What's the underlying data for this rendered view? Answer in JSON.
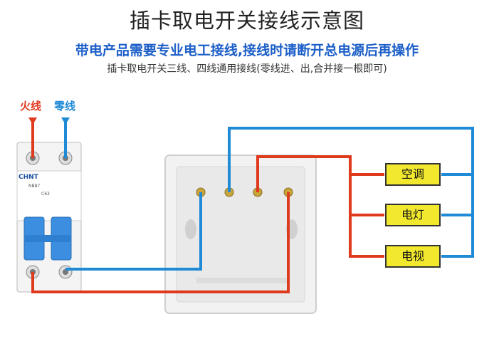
{
  "title": "插卡取电开关接线示意图",
  "warning": "带电产品需要专业电工接线,接线时请断开总电源后再操作",
  "note": "插卡取电开关三线、四线通用接线(零线进、出,合并接一根即可)",
  "labels": {
    "live": "火线",
    "neutral": "零线"
  },
  "breaker": {
    "brand": "CHNT",
    "model": "NB87",
    "rating": "C63"
  },
  "loads": [
    "空调",
    "电灯",
    "电视"
  ],
  "colors": {
    "live": "#e03a1e",
    "neutral": "#1f8ad6",
    "load_box": "#f2e92e"
  }
}
